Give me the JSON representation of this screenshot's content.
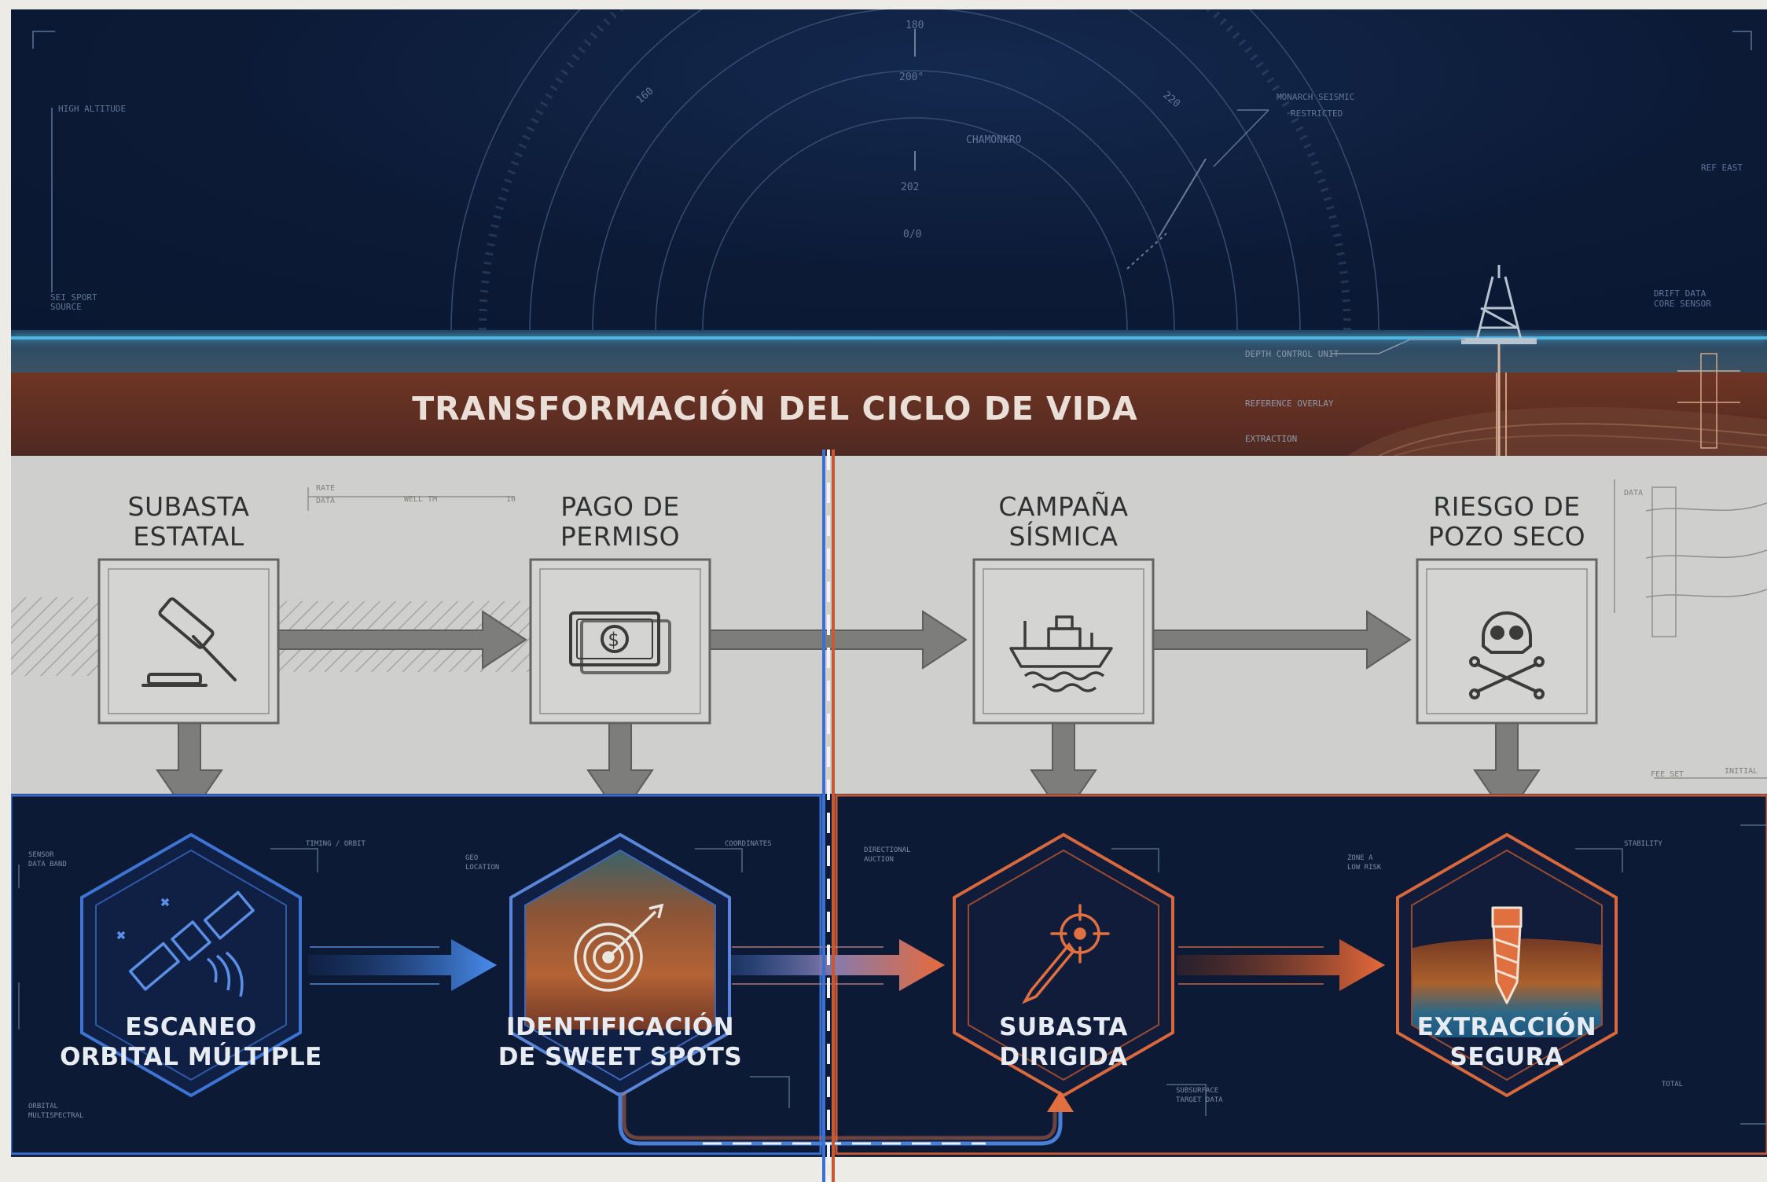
{
  "title": "TRANSFORMACIÓN DEL CICLO DE VIDA",
  "colors": {
    "navy": "#0c1a36",
    "brown": "#5a2c22",
    "grey": "#cfcfcd",
    "blue_accent": "#4f8ee6",
    "orange_accent": "#e0683c"
  },
  "traditional_steps": [
    {
      "label_line1": "SUBASTA",
      "label_line2": "ESTATAL",
      "icon": "gavel-icon"
    },
    {
      "label_line1": "PAGO DE",
      "label_line2": "PERMISO",
      "icon": "banknote-icon"
    },
    {
      "label_line1": "CAMPAÑA",
      "label_line2": "SÍSMICA",
      "icon": "ship-icon"
    },
    {
      "label_line1": "RIESGO DE",
      "label_line2": "POZO SECO",
      "icon": "skull-crossbones-icon"
    }
  ],
  "modern_steps": [
    {
      "label_line1": "ESCANEO",
      "label_line2": "ORBITAL MÚLTIPLE",
      "icon": "satellite-icon"
    },
    {
      "label_line1": "IDENTIFICACIÓN",
      "label_line2": "DE SWEET SPOTS",
      "icon": "target-icon"
    },
    {
      "label_line1": "SUBASTA",
      "label_line2": "DIRIGIDA",
      "icon": "drill-target-icon"
    },
    {
      "label_line1": "EXTRACCIÓN",
      "label_line2": "SEGURA",
      "icon": "drill-bit-icon"
    }
  ]
}
